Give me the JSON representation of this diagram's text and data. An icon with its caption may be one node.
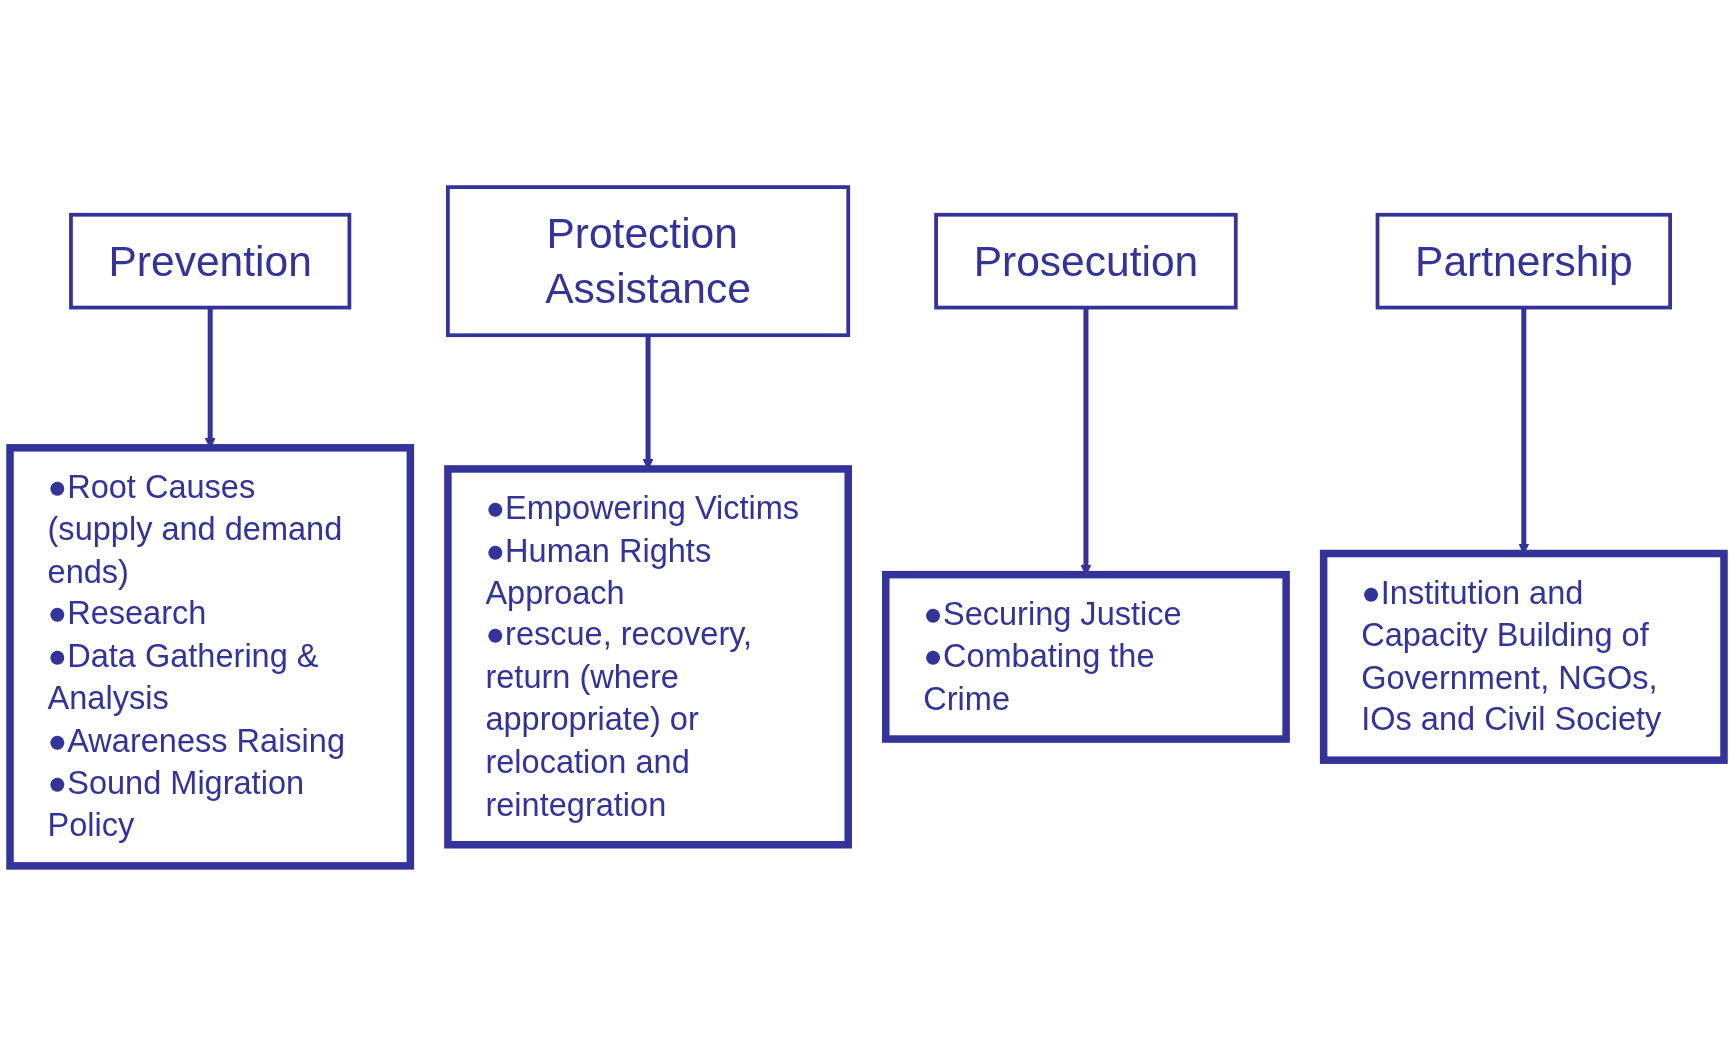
{
  "diagram": {
    "nodes": [
      {
        "text": [
          "Prevention"
        ]
      },
      {
        "text": [
          "Protection Assistance"
        ]
      },
      {
        "text": [
          "Prosecution"
        ]
      },
      {
        "text": [
          "Partnership"
        ]
      },
      {
        "text": [
          "●Root Causes (supply and demand ends)",
          "●Research",
          "●Data Gathering & Analysis",
          "●Awareness Raising",
          "●Sound Migration Policy"
        ]
      },
      {
        "text": [
          "●Empowering Victims",
          "●Human Rights Approach",
          "●rescue, recovery, return (where appropriate) or relocation and reintegration"
        ]
      },
      {
        "text": [
          "●Securing Justice",
          "●Combating the Crime"
        ]
      },
      {
        "text": [
          "●Institution and Capacity Building of Government, NGOs, IOs and Civil Society"
        ]
      }
    ],
    "edges": [
      {
        "from": 0,
        "to": 4,
        "arrow": "to"
      },
      {
        "from": 1,
        "to": 5,
        "arrow": "to"
      },
      {
        "from": 2,
        "to": 6,
        "arrow": "to"
      },
      {
        "from": 3,
        "to": 7,
        "arrow": "to"
      }
    ]
  }
}
